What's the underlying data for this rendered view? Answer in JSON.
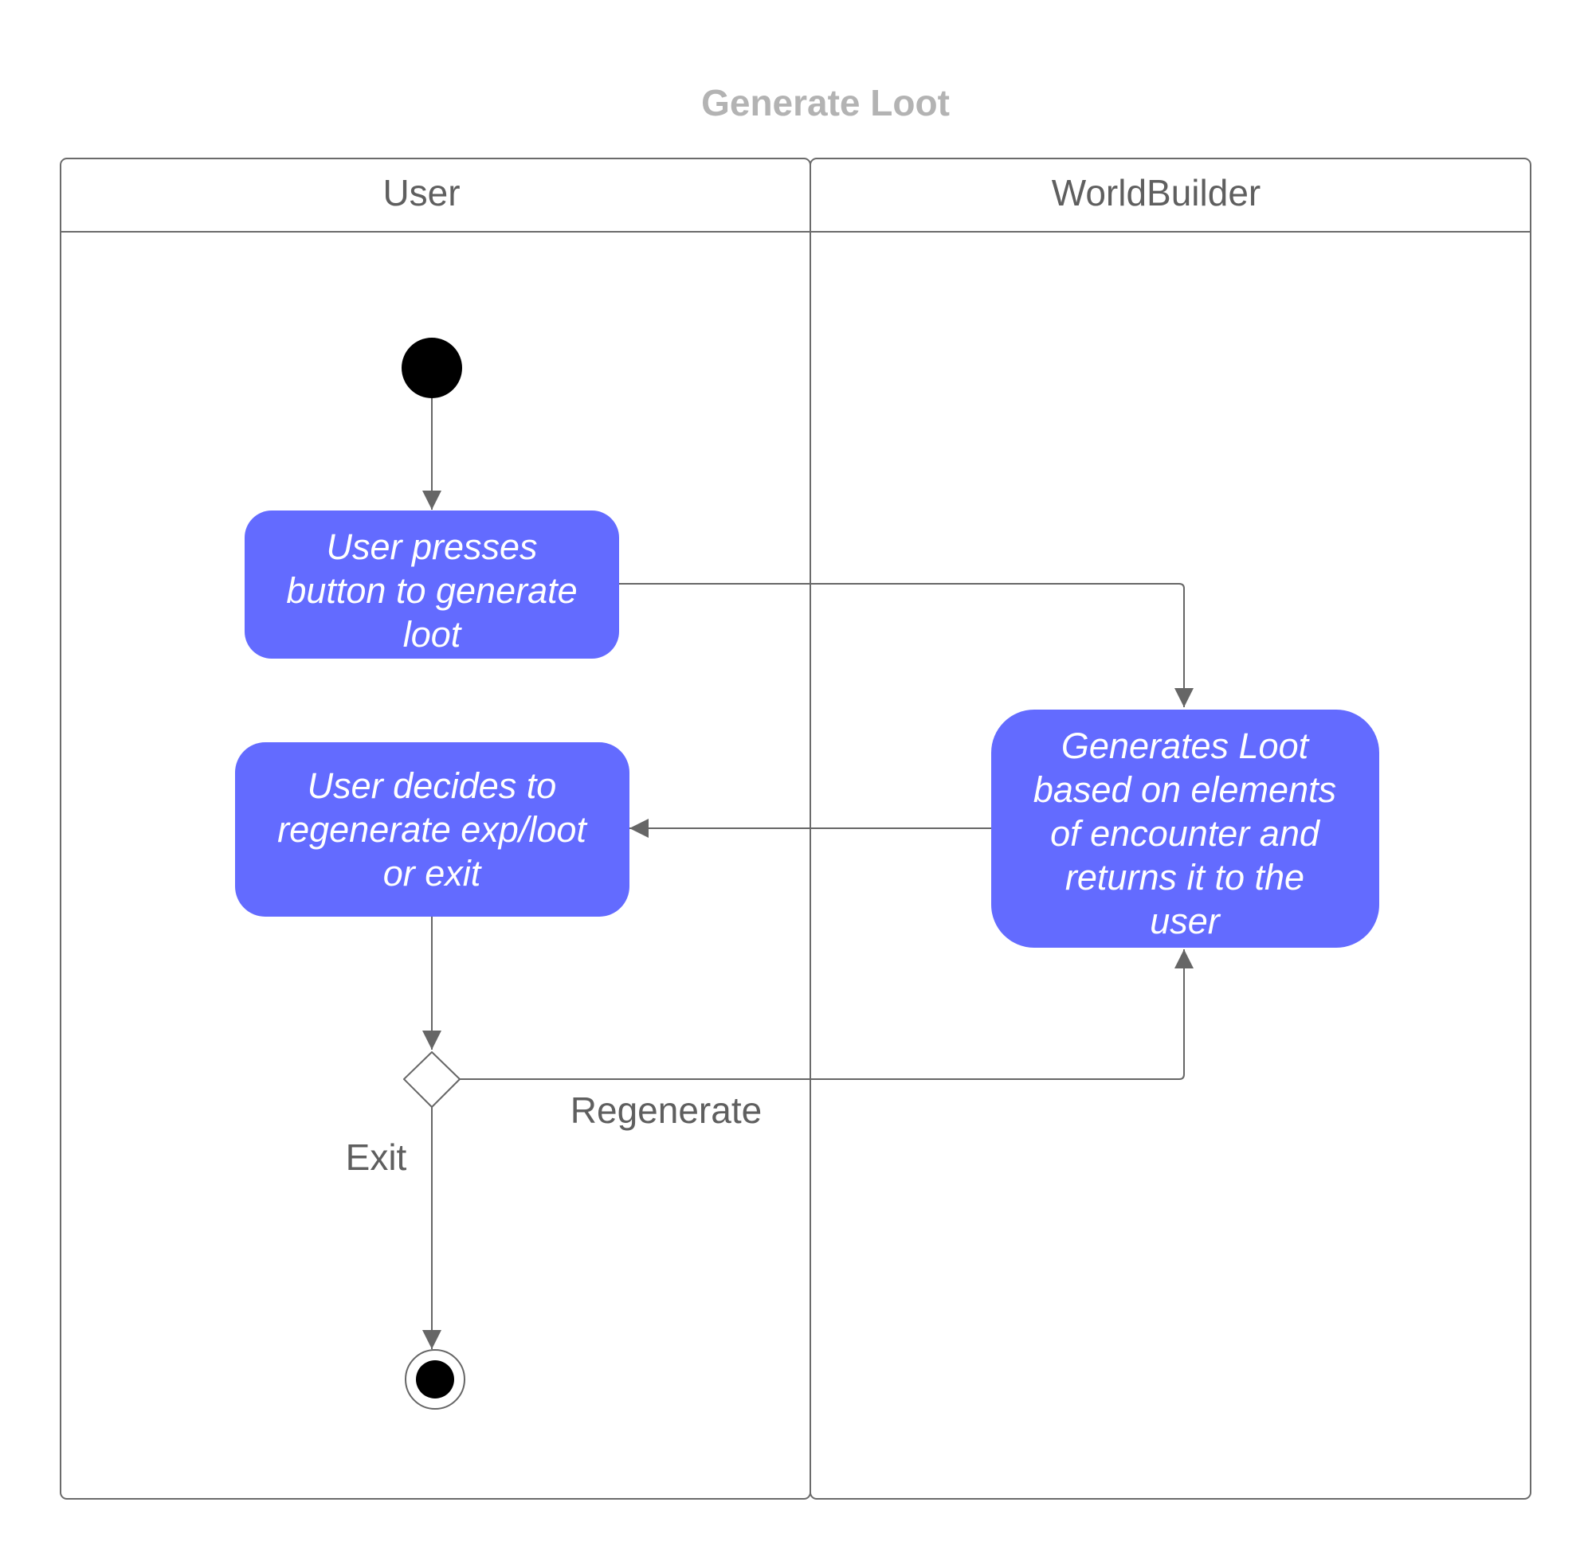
{
  "diagram": {
    "title": "Generate Loot",
    "lanes": [
      {
        "label": "User"
      },
      {
        "label": "WorldBuilder"
      }
    ],
    "nodes": {
      "press_button": [
        "User presses",
        "button to generate",
        "loot"
      ],
      "generate_loot": [
        "Generates Loot",
        "based on elements",
        "of encounter and",
        "returns it to the",
        "user"
      ],
      "user_decides": [
        "User decides to",
        "regenerate exp/loot",
        "or exit"
      ]
    },
    "edge_labels": {
      "regenerate": "Regenerate",
      "exit": "Exit"
    },
    "colors": {
      "action_fill": "#636bff",
      "line": "#666666",
      "frame": "#6b6b6b",
      "title": "#b3b3b3"
    }
  }
}
